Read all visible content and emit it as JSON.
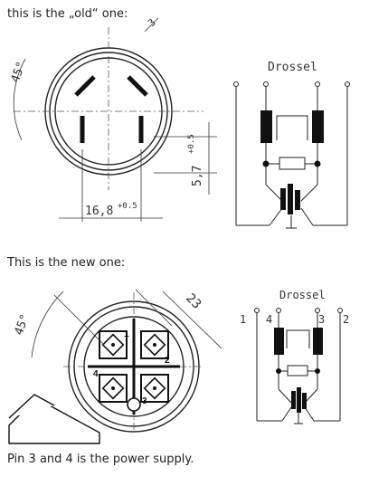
{
  "post": {
    "intro_old": "this is the „old“ one:",
    "intro_new": "This is the new one:",
    "note": "Pin 3 and 4 is the power supply."
  },
  "old_drawing": {
    "angle": "45°",
    "width": "16,8",
    "width_tol": "+0.5",
    "height": "5,7",
    "height_tol": "+0.5",
    "corner_dim": "3",
    "schematic_title": "Drossel"
  },
  "new_drawing": {
    "angle": "45°",
    "diag": "23",
    "pin_numbers": [
      "1",
      "2",
      "3",
      "4"
    ],
    "schematic_title": "Drossel",
    "schematic_pins": [
      "1",
      "4",
      "3",
      "2"
    ]
  }
}
